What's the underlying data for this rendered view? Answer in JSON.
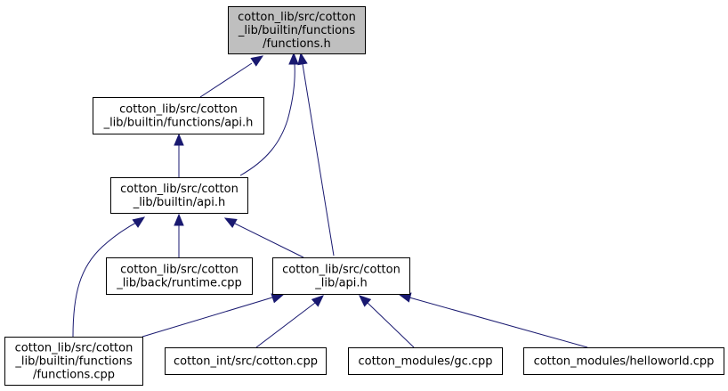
{
  "diagram": {
    "colors": {
      "edge": "#191970",
      "focus_fill": "#bfbfbf",
      "node_fill": "#ffffff",
      "border": "#000000"
    },
    "nodes": [
      {
        "id": "functions_h",
        "label": [
          "cotton_lib/src/cotton",
          "_lib/builtin/functions",
          "/functions.h"
        ],
        "focus": true
      },
      {
        "id": "functions_api_h",
        "label": [
          "cotton_lib/src/cotton",
          "_lib/builtin/functions/api.h"
        ]
      },
      {
        "id": "builtin_api_h",
        "label": [
          "cotton_lib/src/cotton",
          "_lib/builtin/api.h"
        ]
      },
      {
        "id": "runtime_cpp",
        "label": [
          "cotton_lib/src/cotton",
          "_lib/back/runtime.cpp"
        ]
      },
      {
        "id": "api_h",
        "label": [
          "cotton_lib/src/cotton",
          "_lib/api.h"
        ]
      },
      {
        "id": "functions_cpp",
        "label": [
          "cotton_lib/src/cotton",
          "_lib/builtin/functions",
          "/functions.cpp"
        ]
      },
      {
        "id": "cotton_cpp",
        "label": [
          "cotton_int/src/cotton.cpp"
        ]
      },
      {
        "id": "gc_cpp",
        "label": [
          "cotton_modules/gc.cpp"
        ]
      },
      {
        "id": "helloworld_cpp",
        "label": [
          "cotton_modules/helloworld.cpp"
        ]
      }
    ],
    "edges": [
      {
        "from": "functions_api_h",
        "to": "functions_h"
      },
      {
        "from": "builtin_api_h",
        "to": "functions_h"
      },
      {
        "from": "api_h",
        "to": "functions_h"
      },
      {
        "from": "builtin_api_h",
        "to": "functions_api_h"
      },
      {
        "from": "runtime_cpp",
        "to": "builtin_api_h"
      },
      {
        "from": "api_h",
        "to": "builtin_api_h"
      },
      {
        "from": "functions_cpp",
        "to": "builtin_api_h"
      },
      {
        "from": "functions_cpp",
        "to": "api_h"
      },
      {
        "from": "cotton_cpp",
        "to": "api_h"
      },
      {
        "from": "gc_cpp",
        "to": "api_h"
      },
      {
        "from": "helloworld_cpp",
        "to": "api_h"
      }
    ]
  }
}
